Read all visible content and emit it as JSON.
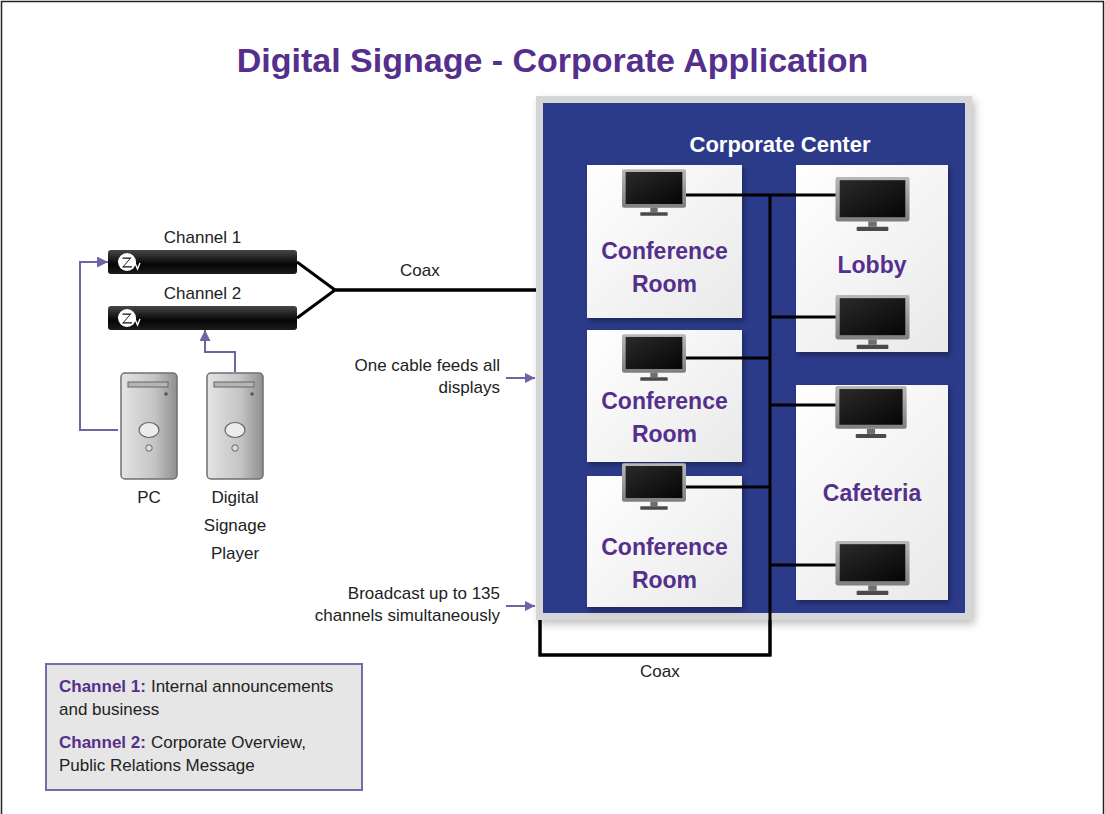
{
  "diagram": {
    "title": "Digital Signage - Corporate Application",
    "nodes": [
      {
        "text": [
          "Channel 1"
        ]
      },
      {
        "text": [
          "Channel 2"
        ]
      },
      {
        "text": [
          "PC"
        ]
      },
      {
        "text": [
          "Digital Signage Player"
        ]
      },
      {
        "text": [
          "Corporate Center"
        ]
      },
      {
        "text": [
          "Conference Room"
        ],
        "in": 4
      },
      {
        "text": [
          "Lobby"
        ],
        "in": 4
      },
      {
        "text": [
          "Conference Room"
        ],
        "in": 4
      },
      {
        "text": [
          "Cafeteria"
        ],
        "in": 4
      },
      {
        "text": [
          "Conference Room"
        ],
        "in": 4
      },
      {
        "text": [
          "Channel 1:",
          "Internal announcements and business",
          "Channel 2:",
          "Corporate Overview, Public Relations Message"
        ]
      }
    ],
    "edges": [
      {
        "from": 2,
        "to": 0,
        "arrow": "to"
      },
      {
        "from": 3,
        "to": 1,
        "arrow": "to"
      },
      {
        "from": 0,
        "to": 4,
        "label": "Coax",
        "arrow": "none"
      },
      {
        "from": 1,
        "to": 4,
        "label": "Coax",
        "arrow": "none"
      }
    ],
    "labels": [
      "One cable feeds all displays",
      "Broadcast up to 135 channels simultaneously"
    ]
  }
}
